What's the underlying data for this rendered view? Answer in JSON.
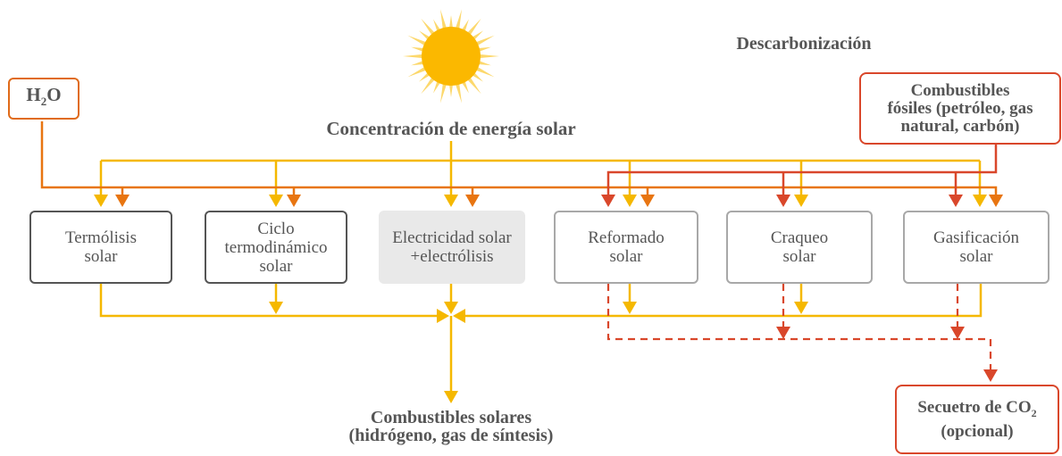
{
  "title": "Descarbonización",
  "sun_label": "Concentración de energía solar",
  "water": {
    "main": "H",
    "sub": "2",
    "tail": "O"
  },
  "fossil_label": "Combustibles\nfósiles (petróleo, gas\nnatural, carbón)",
  "processes": [
    {
      "label": "Termólisis\nsolar",
      "style": "dark"
    },
    {
      "label": "Ciclo\ntermodinámico\nsolar",
      "style": "dark"
    },
    {
      "label": "Electricidad solar\n+electrólisis",
      "style": "grey"
    },
    {
      "label": "Reformado\nsolar",
      "style": "light"
    },
    {
      "label": "Craqueo\nsolar",
      "style": "light"
    },
    {
      "label": "Gasificación\nsolar",
      "style": "light"
    }
  ],
  "output_label": "Combustibles solares\n(hidrógeno, gas de síntesis)",
  "sequestration": {
    "main": "Secuetro de CO",
    "sub": "2",
    "tail": "(opcional)"
  },
  "colors": {
    "solar": "#f5b800",
    "water": "#e87511",
    "fossil": "#d9472b",
    "sun_core": "#fbb800",
    "sun_rays": "#fcd86c"
  }
}
